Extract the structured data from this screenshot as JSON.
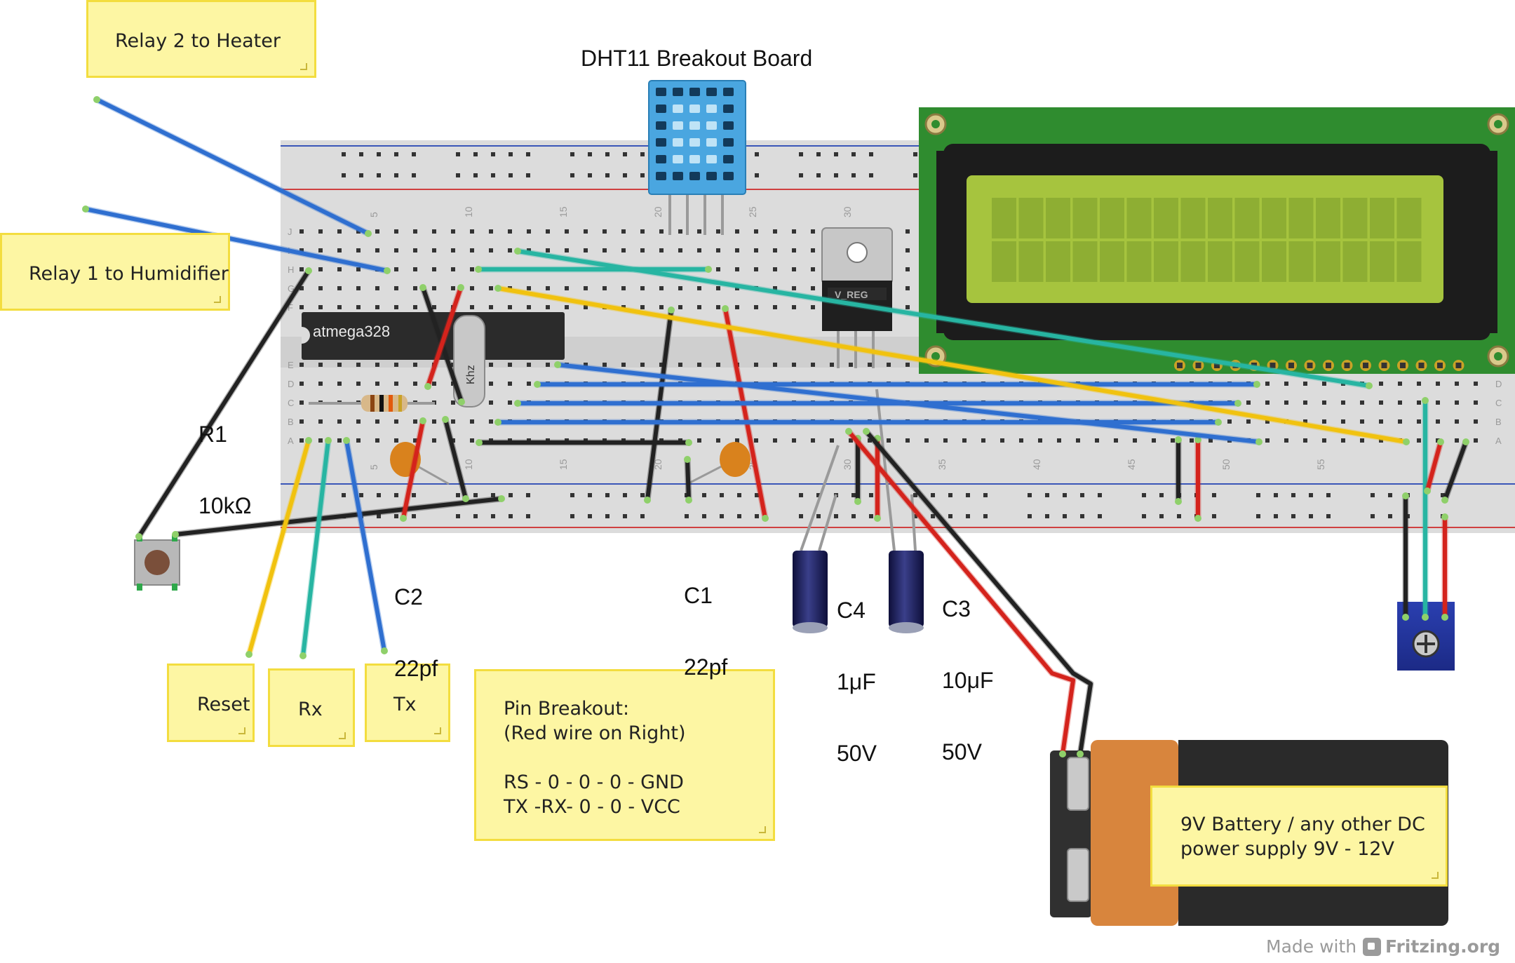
{
  "diagram": {
    "title": "DHT11 Breakout Board",
    "chip_label": "atmega328",
    "crystal_label": "Khz",
    "regulator_label": "V_REG",
    "breadboard_column_numbers": [
      "5",
      "10",
      "15",
      "20",
      "25",
      "30",
      "35",
      "40",
      "45",
      "50",
      "55"
    ],
    "breadboard_row_letters_top": [
      "J",
      "I",
      "H",
      "G",
      "F"
    ],
    "breadboard_row_letters_bottom": [
      "E",
      "D",
      "C",
      "B",
      "A"
    ]
  },
  "notes": {
    "relay2": [
      "Relay 2 to Heater"
    ],
    "relay1": [
      "Relay 1 to Humidifier"
    ],
    "reset": [
      "Reset"
    ],
    "rx": [
      "Rx"
    ],
    "tx": [
      "Tx"
    ],
    "pin_breakout": [
      "Pin Breakout:",
      "(Red wire on Right)",
      "",
      "RS - 0 - 0 - 0 - GND",
      "TX -RX- 0 - 0 - VCC"
    ],
    "battery": [
      "9V Battery / any other DC",
      "power supply 9V - 12V"
    ]
  },
  "component_labels": {
    "r1": [
      "R1",
      "10kΩ"
    ],
    "c2": [
      "C2",
      "22pf"
    ],
    "c1": [
      "C1",
      "22pf"
    ],
    "c4": [
      "C4",
      "1μF",
      "50V"
    ],
    "c3": [
      "C3",
      "10μF",
      "50V"
    ]
  },
  "footer": {
    "made_with": "Made with",
    "brand": "Fritzing.org"
  },
  "colors": {
    "wire_blue": "#2f6fd0",
    "wire_red": "#d4231c",
    "wire_black": "#222222",
    "wire_yellow": "#f1c20f",
    "wire_teal": "#27b5a2",
    "note_fill": "#fdf6a3",
    "note_border": "#f3dd3f",
    "lcd_pcb": "#2f8c2f",
    "lcd_screen": "#a6c43e"
  }
}
